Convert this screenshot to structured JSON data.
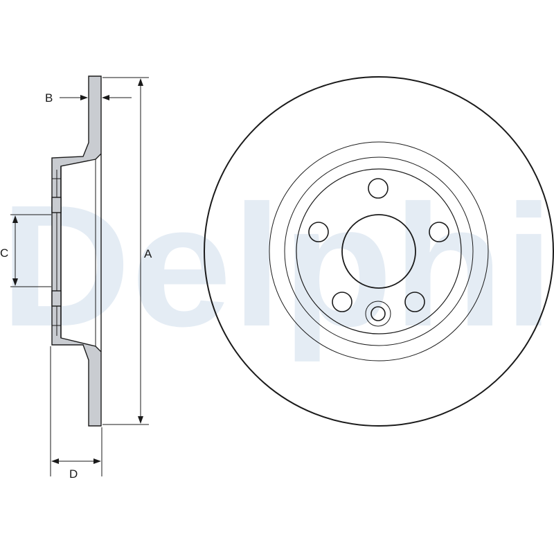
{
  "watermark": {
    "text": "Delphi",
    "color": "#e4ecf4"
  },
  "dimensions": {
    "a_label": "A",
    "b_label": "B",
    "c_label": "C",
    "d_label": "D"
  },
  "colors": {
    "line": "#1a1a1a",
    "section_fill": "#c9ccd1",
    "background": "#ffffff"
  },
  "disc": {
    "bolt_hole_count": 5,
    "has_center_bore": true
  }
}
